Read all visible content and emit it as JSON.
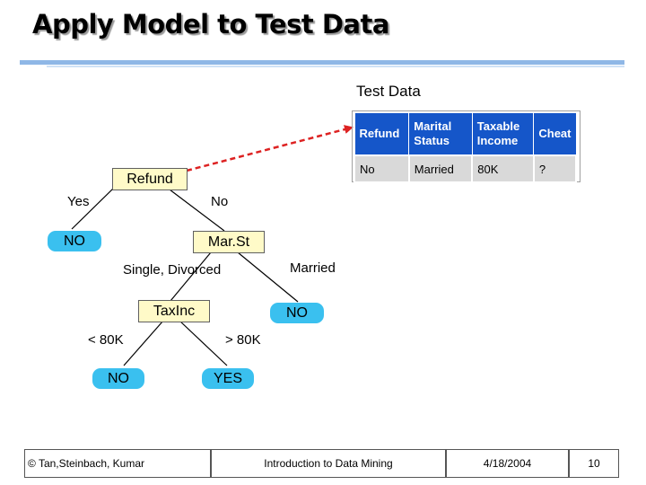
{
  "slide": {
    "title": "Apply Model to Test Data",
    "test_data_label": "Test Data"
  },
  "table": {
    "headers": [
      "Refund",
      "Marital Status",
      "Taxable Income",
      "Cheat"
    ],
    "row": [
      "No",
      "Married",
      "80K",
      "?"
    ]
  },
  "tree": {
    "root": "Refund",
    "root_yes": "Yes",
    "root_no": "No",
    "leaf_no_1": "NO",
    "marst": "Mar.St",
    "marst_left": "Single, Divorced",
    "marst_right": "Married",
    "taxinc": "TaxInc",
    "leaf_no_2": "NO",
    "taxinc_left": "< 80K",
    "taxinc_right": "> 80K",
    "leaf_no_3": "NO",
    "leaf_yes": "YES"
  },
  "footer": {
    "authors": "© Tan,Steinbach, Kumar",
    "course": "Introduction to Data Mining",
    "date": "4/18/2004",
    "page": "10"
  },
  "colors": {
    "attr_node_fill": "#fffac8",
    "leaf_node_fill": "#3ac0ef",
    "table_header_fill": "#1556c9",
    "pointer_arrow": "#dd2222"
  }
}
